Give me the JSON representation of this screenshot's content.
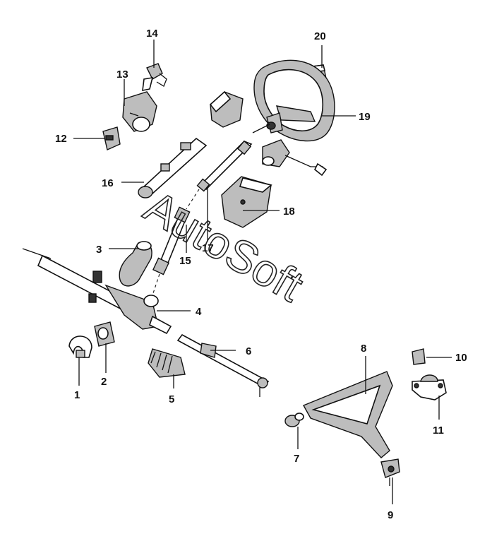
{
  "watermark": {
    "text": "AutoSoft"
  },
  "callouts": [
    {
      "number": "1"
    },
    {
      "number": "2"
    },
    {
      "number": "3"
    },
    {
      "number": "4"
    },
    {
      "number": "5"
    },
    {
      "number": "6"
    },
    {
      "number": "7"
    },
    {
      "number": "8"
    },
    {
      "number": "9"
    },
    {
      "number": "10"
    },
    {
      "number": "11"
    },
    {
      "number": "12"
    },
    {
      "number": "13"
    },
    {
      "number": "14"
    },
    {
      "number": "15"
    },
    {
      "number": "16"
    },
    {
      "number": "17"
    },
    {
      "number": "18"
    },
    {
      "number": "19"
    },
    {
      "number": "20"
    }
  ]
}
